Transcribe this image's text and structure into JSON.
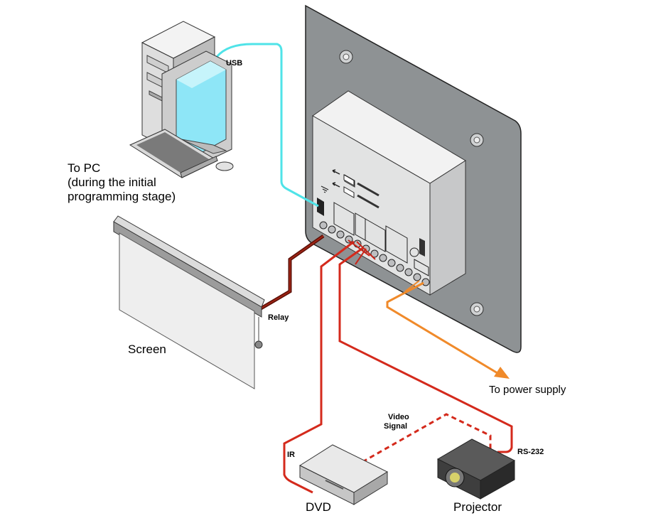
{
  "labels": {
    "usb": "USB",
    "to_pc": "To PC",
    "to_pc_note1": "(during the initial",
    "to_pc_note2": "programming stage)",
    "relay": "Relay",
    "screen": "Screen",
    "to_power_supply": "To power supply",
    "video_signal_1": "Video",
    "video_signal_2": "Signal",
    "ir": "IR",
    "rs232": "RS-232",
    "dvd": "DVD",
    "projector": "Projector"
  },
  "colors": {
    "usb_cable": "#4fe3e8",
    "relay_cable": "#7a1a0e",
    "control_cable": "#d42a1c",
    "power_cable": "#f08a2a",
    "panel": "#8e9294",
    "device_box": "#e2e3e3"
  }
}
